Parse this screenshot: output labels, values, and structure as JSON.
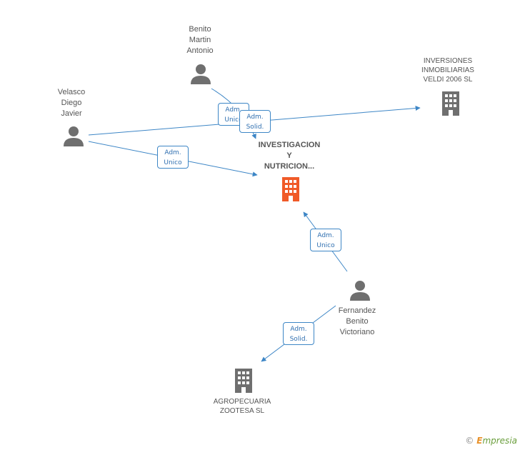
{
  "nodes": {
    "benito": {
      "label": "Benito\nMartin\nAntonio",
      "icon": "person-icon"
    },
    "velasco": {
      "label": "Velasco\nDiego\nJavier",
      "icon": "person-icon"
    },
    "inversiones": {
      "label": "INVERSIONES\nINMOBILIARIAS\nVELDI 2006 SL",
      "icon": "building-icon"
    },
    "investigacion": {
      "label": "INVESTIGACION\nY\nNUTRICION...",
      "icon": "building-icon"
    },
    "fernandez": {
      "label": "Fernandez\nBenito\nVictoriano",
      "icon": "person-icon"
    },
    "agropecuaria": {
      "label": "AGROPECUARIA\nZOOTESA SL",
      "icon": "building-icon"
    }
  },
  "edges": [
    {
      "id": "benito-investigacion",
      "line1": "Adm.",
      "line2": "Unico"
    },
    {
      "id": "velasco-inversiones",
      "line1": "Adm.",
      "line2": "Solid."
    },
    {
      "id": "velasco-investigacion",
      "line1": "Adm.",
      "line2": "Unico"
    },
    {
      "id": "fernandez-investigacion",
      "line1": "Adm.",
      "line2": "Unico"
    },
    {
      "id": "fernandez-agropecuaria",
      "line1": "Adm.",
      "line2": "Solid."
    }
  ],
  "footer": {
    "copyright": "©",
    "brand_e": "E",
    "brand_rest": "mpresia"
  },
  "colors": {
    "edge": "#3d86c6",
    "person": "#6f6f6f",
    "building": "#6f6f6f",
    "main_building": "#f05a28"
  }
}
